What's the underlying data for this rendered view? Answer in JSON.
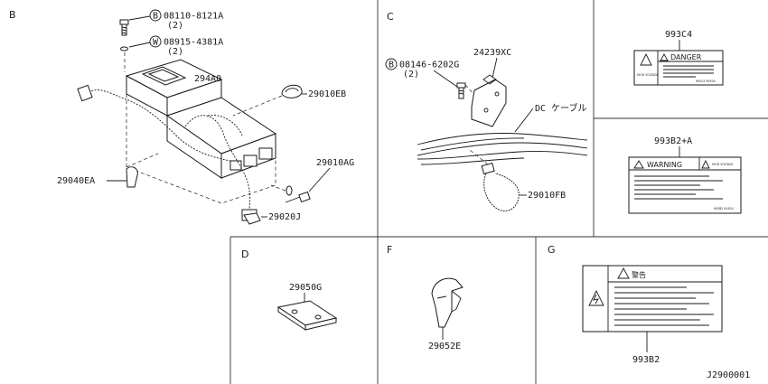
{
  "diagram_id": "J2900001",
  "sections": {
    "b": "B",
    "c": "C",
    "d": "D",
    "f": "F",
    "g": "G"
  },
  "parts": {
    "bolt_1": {
      "prefix": "B",
      "number": "08110-8121A",
      "qty": "(2)"
    },
    "washer_1": {
      "prefix": "W",
      "number": "08915-4381A",
      "qty": "(2)"
    },
    "bolt_2": {
      "prefix": "B",
      "number": "08146-6202G",
      "qty": "(2)"
    },
    "inverter": "294A0",
    "clip_eb": "29010EB",
    "bolt_ag": "29010AG",
    "bracket_ea": "29040EA",
    "bracket_j": "29020J",
    "bracket_xc": "24239XC",
    "dc_cable": "DC ケーブル",
    "clamp_fb": "29010FB",
    "plate_g": "29050G",
    "clip_e": "29052E"
  },
  "labels": {
    "c4": {
      "part": "993C4",
      "header": "DANGER",
      "side_text": "HIGH VOLTAGE",
      "code": "993C4 9V500"
    },
    "b2a": {
      "part": "993B2+A",
      "header": "WARNING",
      "side_text": "HIGH VOLTAGE",
      "code": "993B2 9V500"
    },
    "b2": {
      "part": "993B2",
      "header": "警告"
    }
  }
}
